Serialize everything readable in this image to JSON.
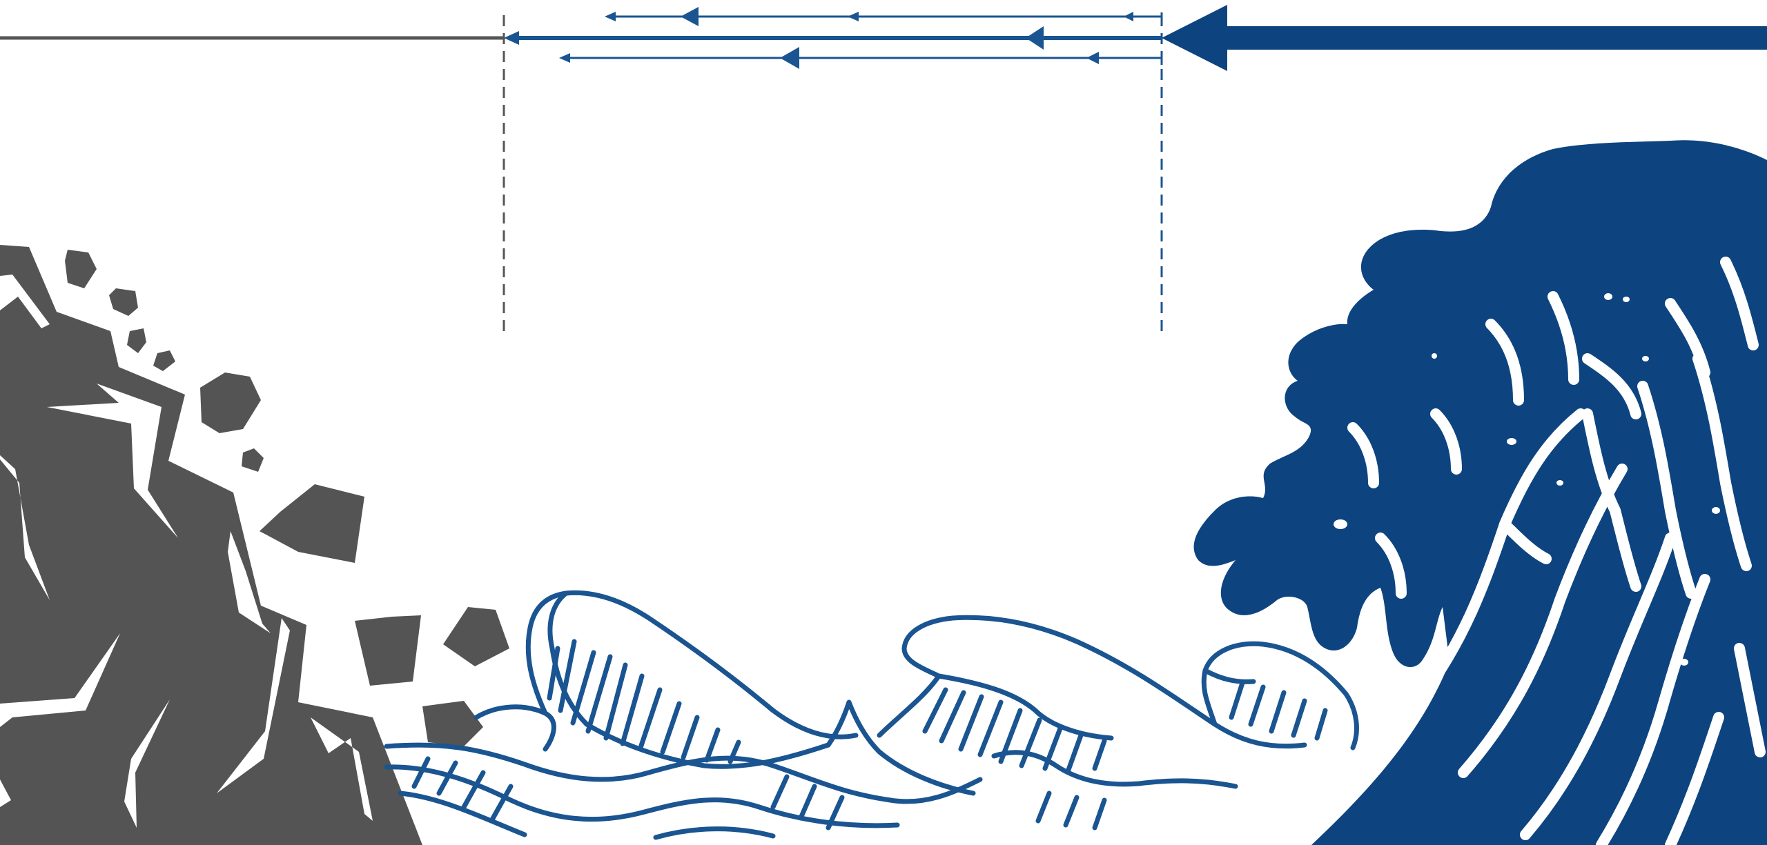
{
  "colors": {
    "rock": "#545454",
    "wave": "#0d4480",
    "wave_line": "#1a5591",
    "guide": "#555555",
    "background": "#ffffff"
  },
  "elements": {
    "rock_icon": "cliff-rock-icon",
    "wave_icon": "great-wave-icon",
    "incident_arrow": "incident-arrow",
    "reflected_arrows": "reflected-arrows",
    "boundary_line": "left-boundary-line",
    "markers": "dashed-marker-lines"
  }
}
